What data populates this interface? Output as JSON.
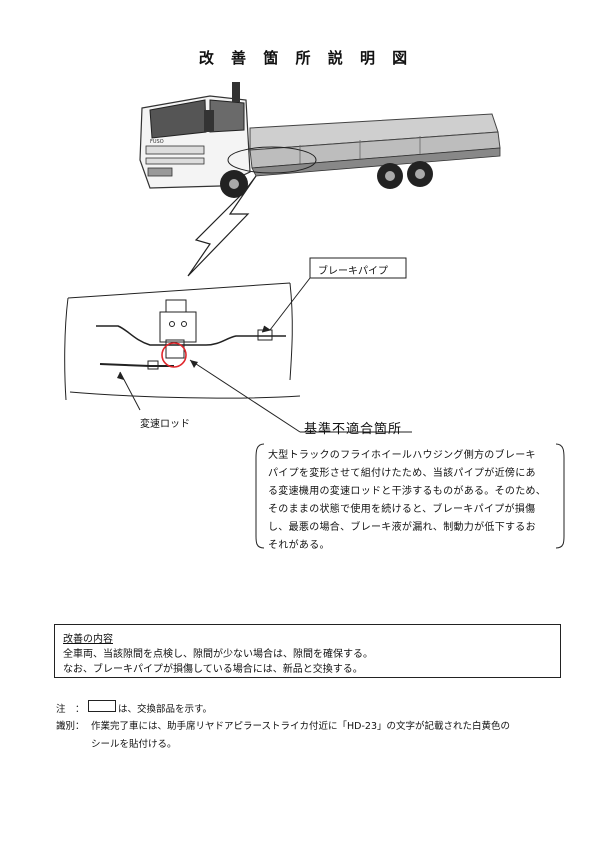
{
  "title": "改 善 箇 所 説 明 図",
  "labels": {
    "brake_pipe": "ブレーキパイプ",
    "shift_rod": "変速ロッド",
    "nonconformity": "基準不適合箇所"
  },
  "truck_badge": "FUSO",
  "description": [
    "大型トラックのフライホイールハウジング側方のブレーキ",
    "パイプを変形させて組付けたため、当該パイプが近傍にあ",
    "る変速機用の変速ロッドと干渉するものがある。そのため、",
    "そのままの状態で使用を続けると、ブレーキパイプが損傷",
    "し、最悪の場合、ブレーキ液が漏れ、制動力が低下するお",
    "それがある。"
  ],
  "improvement": {
    "heading": "改善の内容",
    "lines": [
      "全車両、当該隙間を点検し、隙間が少ない場合は、隙間を確保する。",
      "なお、ブレーキパイプが損傷している場合には、新品と交換する。"
    ]
  },
  "notes": {
    "note_label": "注　：",
    "note_text": "は、交換部品を示す。",
    "id_label": "識別：",
    "id_line1": "作業完了車には、助手席リヤドアピラーストライカ付近に「HD-23」の文字が記載された白黄色の",
    "id_line2": "シールを貼付ける。"
  },
  "colors": {
    "highlight": "#e0262b",
    "ink": "#111111"
  }
}
